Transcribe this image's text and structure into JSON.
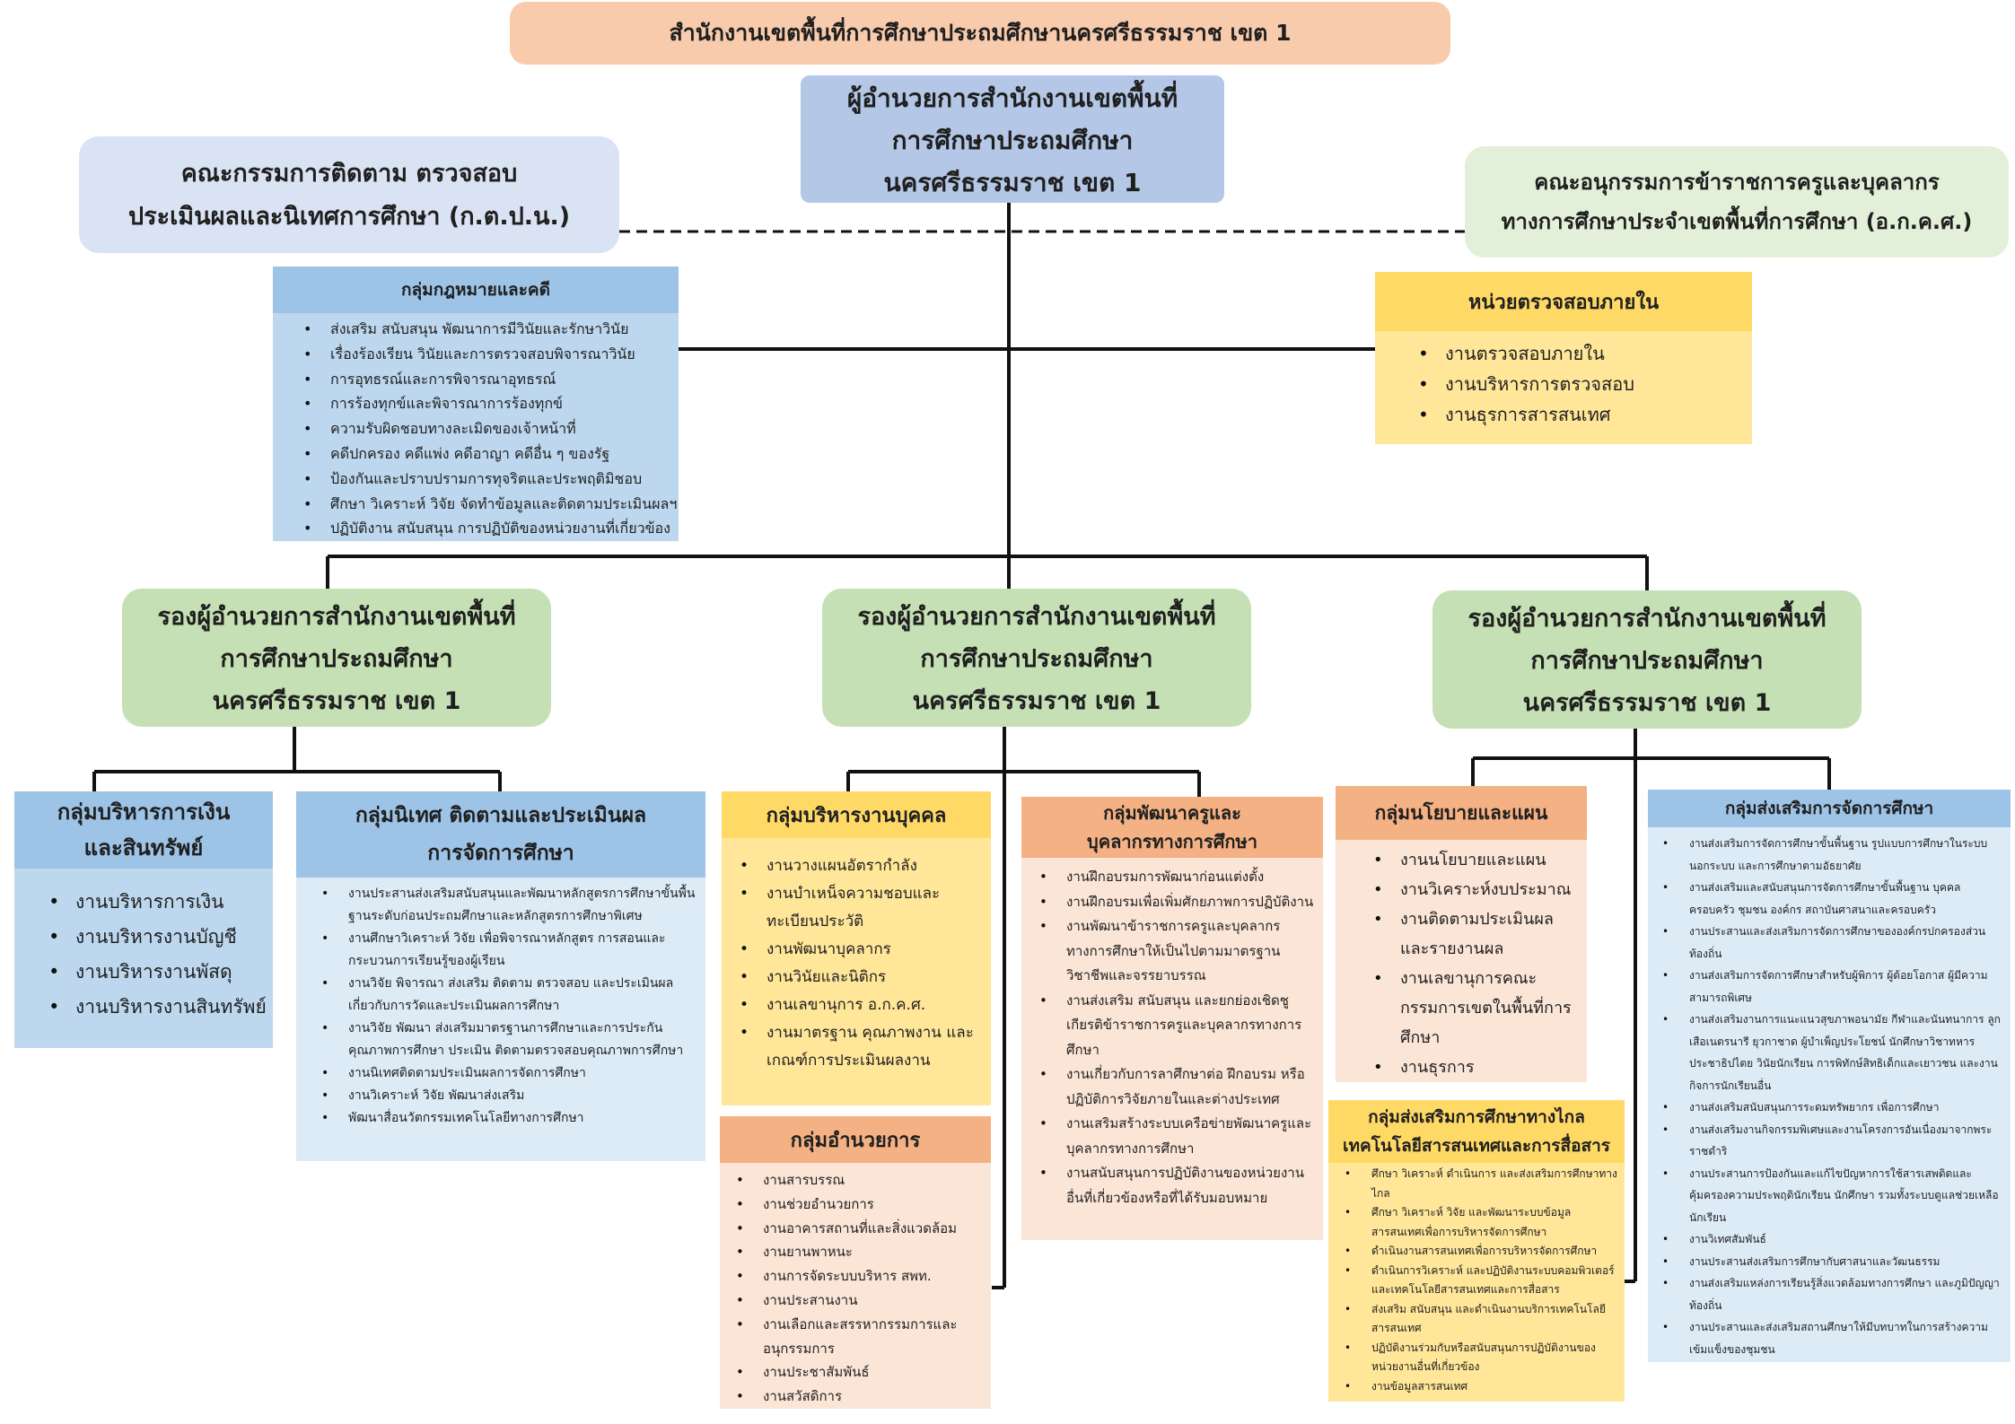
{
  "title": "สำนักงานเขตพื้นที่การศึกษาประถมศึกษานครศรีธรรมราช เขต 1",
  "director": [
    "ผู้อำนวยการสำนักงานเขตพื้นที่",
    "การศึกษาประถมศึกษา",
    "นครศรีธรรมราช เขต 1"
  ],
  "committee_left": [
    "คณะกรรมการติดตาม ตรวจสอบ",
    "ประเมินผลและนิเทศการศึกษา (ก.ต.ป.น.)"
  ],
  "committee_right": [
    "คณะอนุกรรมการข้าราชการครูและบุคลากร",
    "ทางการศึกษาประจำเขตพื้นที่การศึกษา (อ.ก.ค.ศ.)"
  ],
  "legal": {
    "header": "กลุ่มกฎหมายและคดี",
    "items": [
      "ส่งเสริม สนับสนุน พัฒนาการมีวินัยและรักษาวินัย",
      "เรื่องร้องเรียน วินัยและการตรวจสอบพิจารณาวินัย",
      "การอุทธรณ์และการพิจารณาอุทธรณ์",
      "การร้องทุกข์และพิจารณาการร้องทุกข์",
      "ความรับผิดชอบทางละเมิดของเจ้าหน้าที่",
      "คดีปกครอง คดีแพ่ง คดีอาญา คดีอื่น ๆ ของรัฐ",
      "ป้องกันและปราบปรามการทุจริตและประพฤติมิชอบ",
      "ศึกษา วิเคราะห์ วิจัย จัดทำข้อมูลและติดตามประเมินผลฯ",
      "ปฏิบัติงาน สนับสนุน การปฏิบัติของหน่วยงานที่เกี่ยวข้อง"
    ]
  },
  "audit": {
    "header": "หน่วยตรวจสอบภายใน",
    "items": [
      "งานตรวจสอบภายใน",
      "งานบริหารการตรวจสอบ",
      "งานธุรการสารสนเทศ"
    ]
  },
  "deputies": [
    [
      "รองผู้อำนวยการสำนักงานเขตพื้นที่",
      "การศึกษาประถมศึกษา",
      "นครศรีธรรมราช เขต 1"
    ],
    [
      "รองผู้อำนวยการสำนักงานเขตพื้นที่",
      "การศึกษาประถมศึกษา",
      "นครศรีธรรมราช เขต 1"
    ],
    [
      "รองผู้อำนวยการสำนักงานเขตพื้นที่",
      "การศึกษาประถมศึกษา",
      "นครศรีธรรมราช เขต 1"
    ]
  ],
  "finance": {
    "header": [
      "กลุ่มบริหารการเงิน",
      "และสินทรัพย์"
    ],
    "items": [
      "งานบริหารการเงิน",
      "งานบริหารงานบัญชี",
      "งานบริหารงานพัสดุ",
      "งานบริหารงานสินทรัพย์"
    ]
  },
  "supervision": {
    "header": [
      "กลุ่มนิเทศ ติดตามและประเมินผล",
      "การจัดการศึกษา"
    ],
    "items": [
      "งานประสานส่งเสริมสนับสนุนและพัฒนาหลักสูตรการศึกษาขั้นพื้นฐานระดับก่อนประถมศึกษาและหลักสูตรการศึกษาพิเศษ",
      "งานศึกษาวิเคราะห์ วิจัย เพื่อพิจารณาหลักสูตร การสอนและกระบวนการเรียนรู้ของผู้เรียน",
      "งานวิจัย พิจารณา ส่งเสริม ติดตาม ตรวจสอบ และประเมินผลเกี่ยวกับการวัดและประเมินผลการศึกษา",
      "งานวิจัย พัฒนา ส่งเสริมมาตรฐานการศึกษาและการประกันคุณภาพการศึกษา ประเมิน ติดตามตรวจสอบคุณภาพการศึกษา",
      "งานนิเทศติดตามประเมินผลการจัดการศึกษา",
      "งานวิเคราะห์ วิจัย พัฒนาส่งเสริม",
      "พัฒนาสื่อนวัตกรรมเทคโนโลยีทางการศึกษา"
    ]
  },
  "personnel": {
    "header": "กลุ่มบริหารงานบุคคล",
    "items": [
      "งานวางแผนอัตรากำลัง",
      "งานบำเหน็จความชอบและทะเบียนประวัติ",
      "งานพัฒนาบุคลากร",
      "งานวินัยและนิติกร",
      "งานเลขานุการ อ.ก.ค.ศ.",
      "งานมาตรฐาน คุณภาพงาน และเกณฑ์การประเมินผลงาน"
    ]
  },
  "admin": {
    "header": "กลุ่มอำนวยการ",
    "items": [
      "งานสารบรรณ",
      "งานช่วยอำนวยการ",
      "งานอาคารสถานที่และสิ่งแวดล้อม",
      "งานยานพาหนะ",
      "งานการจัดระบบบริหาร สพท.",
      "งานประสานงาน",
      "งานเลือกและสรรหากรรมการและอนุกรรมการ",
      "งานประชาสัมพันธ์",
      "งานสวัสดิการ"
    ]
  },
  "teacher_dev": {
    "header": [
      "กลุ่มพัฒนาครูและ",
      "บุคลากรทางการศึกษา"
    ],
    "items": [
      "งานฝึกอบรมการพัฒนาก่อนแต่งตั้ง",
      "งานฝึกอบรมเพื่อเพิ่มศักยภาพการปฏิบัติงาน",
      "งานพัฒนาข้าราชการครูและบุคลากรทางการศึกษาให้เป็นไปตามมาตรฐานวิชาชีพและจรรยาบรรณ",
      "งานส่งเสริม สนับสนุน และยกย่องเชิดชูเกียรติข้าราชการครูและบุคลากรทางการศึกษา",
      "งานเกี่ยวกับการลาศึกษาต่อ ฝึกอบรม หรือปฏิบัติการวิจัยภายในและต่างประเทศ",
      "งานเสริมสร้างระบบเครือข่ายพัฒนาครูและบุคลากรทางการศึกษา",
      "งานสนับสนุนการปฏิบัติงานของหน่วยงานอื่นที่เกี่ยวข้องหรือที่ได้รับมอบหมาย"
    ]
  },
  "policy": {
    "header": "กลุ่มนโยบายและแผน",
    "items": [
      "งานนโยบายและแผน",
      "งานวิเคราะห์งบประมาณ",
      "งานติดตามประเมินผลและรายงานผล",
      "งานเลขานุการคณะกรรมการเขตในพื้นที่การศึกษา",
      "งานธุรการ"
    ]
  },
  "distance": {
    "header": [
      "กลุ่มส่งเสริมการศึกษาทางไกล",
      "เทคโนโลยีสารสนเทศและการสื่อสาร"
    ],
    "items": [
      "ศึกษา วิเคราะห์ ดำเนินการ และส่งเสริมการศึกษาทางไกล",
      "ศึกษา วิเคราะห์ วิจัย และพัฒนาระบบข้อมูลสารสนเทศเพื่อการบริหารจัดการศึกษา",
      "ดำเนินงานสารสนเทศเพื่อการบริหารจัดการศึกษา",
      "ดำเนินการวิเคราะห์ และปฏิบัติงานระบบคอมพิวเตอร์และเทคโนโลยีสารสนเทศและการสื่อสาร",
      "ส่งเสริม สนับสนุน และดำเนินงานบริการเทคโนโลยีสารสนเทศ",
      "ปฏิบัติงานร่วมกับหรือสนับสนุนการปฏิบัติงานของหน่วยงานอื่นที่เกี่ยวข้อง",
      "งานข้อมูลสารสนเทศ"
    ]
  },
  "promotion": {
    "header": "กลุ่มส่งเสริมการจัดการศึกษา",
    "items": [
      "งานส่งเสริมการจัดการศึกษาขั้นพื้นฐาน รูปแบบการศึกษาในระบบ นอกระบบ และการศึกษาตามอัธยาศัย",
      "งานส่งเสริมและสนับสนุนการจัดการศึกษาขั้นพื้นฐาน บุคคล ครอบครัว ชุมชน องค์กร สถาบันศาสนาและครอบครัว",
      "งานประสานและส่งเสริมการจัดการศึกษาขององค์กรปกครองส่วนท้องถิ่น",
      "งานส่งเสริมการจัดการศึกษาสำหรับผู้พิการ ผู้ด้อยโอกาส ผู้มีความสามารถพิเศษ",
      "งานส่งเสริมงานการแนะแนวสุขภาพอนามัย กีฬาและนันทนาการ ลูกเสือเนตรนารี ยุวกาชาด ผู้บำเพ็ญประโยชน์ นักศึกษาวิชาทหาร ประชาธิปไตย วินัยนักเรียน การพิทักษ์สิทธิเด็กและเยาวชน และงานกิจการนักเรียนอื่น",
      "งานส่งเสริมสนับสนุนการระดมทรัพยากร เพื่อการศึกษา",
      "งานส่งเสริมงานกิจกรรมพิเศษและงานโครงการอันเนื่องมาจากพระราชดำริ",
      "งานประสานการป้องกันและแก้ไขปัญหาการใช้สารเสพติดและคุ้มครองความประพฤตินักเรียน นักศึกษา รวมทั้งระบบดูแลช่วยเหลือนักเรียน",
      "งานวิเทศสัมพันธ์",
      "งานประสานส่งเสริมการศึกษากับศาสนาและวัฒนธรรม",
      "งานส่งเสริมแหล่งการเรียนรู้สิ่งแวดล้อมทางการศึกษา และภูมิปัญญาท้องถิ่น",
      "งานประสานและส่งเสริมสถานศึกษาให้มีบทบาทในการสร้างความเข้มแข็งของชุมชน"
    ]
  }
}
